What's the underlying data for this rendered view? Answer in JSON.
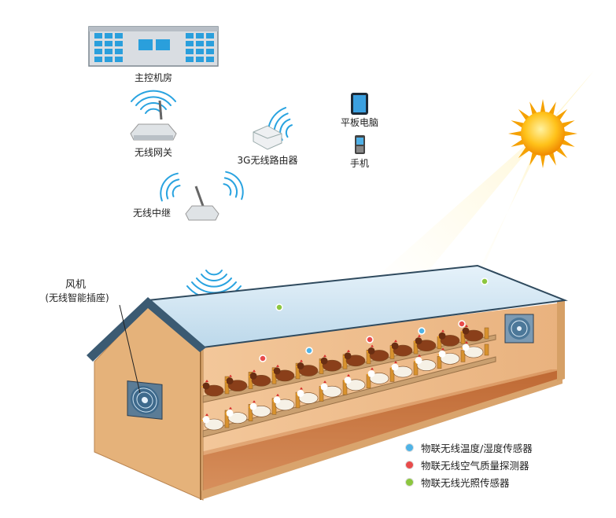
{
  "labels": {
    "control_room": "主控机房",
    "gateway": "无线网关",
    "router": "3G无线路由器",
    "repeater": "无线中继",
    "tablet": "平板电脑",
    "phone": "手机",
    "fan_title": "风机",
    "fan_subtitle": "(无线智能插座)"
  },
  "legend": [
    {
      "label": "物联无线温度/湿度传感器",
      "color": "#4fb3e6"
    },
    {
      "label": "物联无线空气质量探测器",
      "color": "#e84b4b"
    },
    {
      "label": "物联无线光照传感器",
      "color": "#8cc63f"
    }
  ],
  "colors": {
    "wifi": "#29a3e0",
    "wall": "#e7b981",
    "roof": "#cfe4f1",
    "roof_edge": "#2f4a5e",
    "sun": "#ffb400",
    "floor": "#c9753f"
  },
  "icons": [
    "server-building-icon",
    "wifi-signal-icon",
    "router-icon",
    "tablet-icon",
    "phone-icon",
    "sun-icon",
    "fan-icon",
    "hen-icon"
  ]
}
